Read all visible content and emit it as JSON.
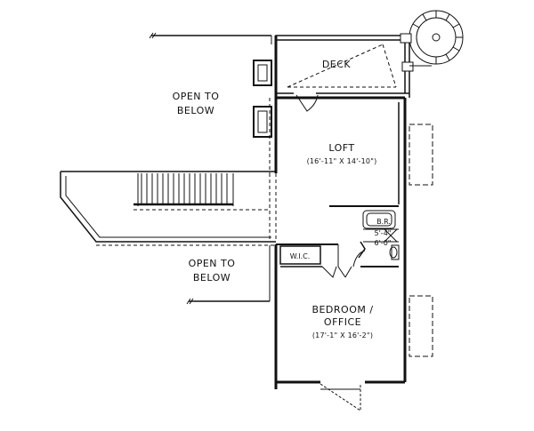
{
  "plan": {
    "labels": {
      "open_to_below_top_1": "OPEN TO",
      "open_to_below_top_2": "BELOW",
      "deck": "DECK",
      "loft": "LOFT",
      "loft_dim": "(16'-11\" X 14'-10\")",
      "br": "B.R.",
      "fixture_1": "5'-4\"",
      "fixture_2": "6'-0\"",
      "wic": "W.I.C.",
      "open_to_below_bottom_1": "OPEN TO",
      "open_to_below_bottom_2": "BELOW",
      "bedroom_1": "BEDROOM /",
      "bedroom_2": "OFFICE",
      "bedroom_dim": "(17'-1\" X 16'-2\")"
    }
  }
}
